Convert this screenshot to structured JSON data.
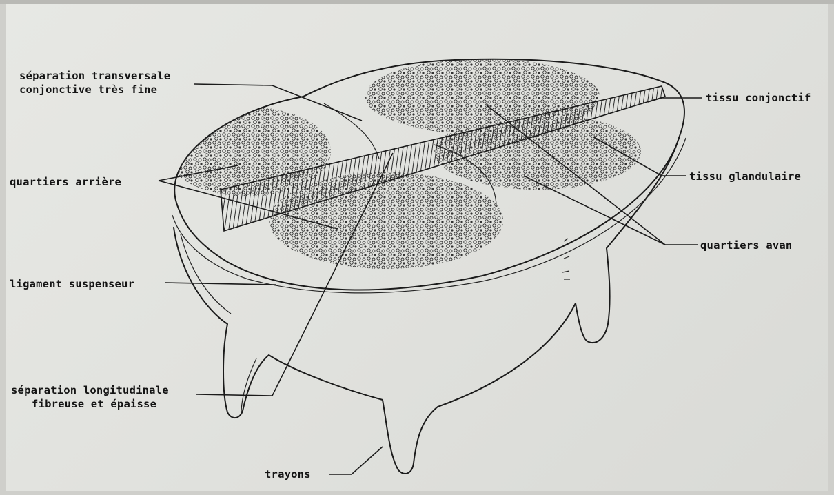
{
  "labels": {
    "transversal_line1": "séparation transversale",
    "transversal_line2": "conjonctive très fine",
    "quartiers_arriere": "quartiers arrière",
    "ligament": "ligament suspenseur",
    "longitudinal_line1": "séparation longitudinale",
    "longitudinal_line2": "fibreuse et épaisse",
    "trayons": "trayons",
    "tissu_conjonctif": "tissu conjonctif",
    "tissu_glandulaire": "tissu glandulaire",
    "quartiers_avant": "quartiers avan"
  }
}
